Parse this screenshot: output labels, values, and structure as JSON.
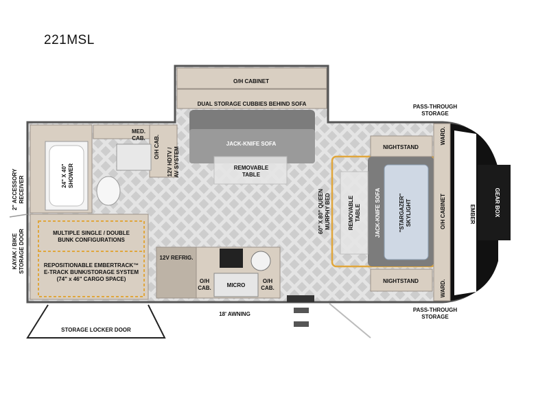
{
  "model": "221MSL",
  "labels": {
    "oh_cabinet_top": "O/H CABINET",
    "dual_storage": "DUAL STORAGE CUBBIES BEHIND SOFA",
    "jack_knife_sofa": "JACK-KNIFE SOFA",
    "removable_table": "REMOVABLE",
    "removable_table_2": "TABLE",
    "med_cab_1": "MED.",
    "med_cab_2": "CAB.",
    "oh_cab_v": "O/H CAB.",
    "hdtv_1": "12V HDTV /",
    "hdtv_2": "AV SYSTEM",
    "shower_1": "24\" X 40\"",
    "shower_2": "SHOWER",
    "accessory_1": "2\" ACCESSORY",
    "accessory_2": "RECEIVER",
    "kayak_1": "KAYAK / BIKE",
    "kayak_2": "STORAGE DOOR",
    "bunk_1": "MULTIPLE SINGLE / DOUBLE",
    "bunk_2": "BUNK CONFIGURATIONS",
    "embertrack_1": "REPOSITIONABLE EMBERTRACK™",
    "embertrack_2": "E-TRACK BUNK/STORAGE SYSTEM",
    "embertrack_3": "(74\" x 46\" CARGO SPACE)",
    "refrig": "12V REFRIG.",
    "oh_cab_1": "O/H",
    "oh_cab_2": "CAB.",
    "micro": "MICRO",
    "awning": "18' AWNING",
    "storage_locker": "STORAGE LOCKER DOOR",
    "murphy_1": "60\" X 80\" QUEEN",
    "murphy_2": "MURPHY BED",
    "rem_table_v": "REMOVABLE",
    "rem_table_v2": "TABLE",
    "jk_sofa_v": "JACK-KNIFE SOFA",
    "stargazer_1": "\"STARGAZER\"",
    "stargazer_2": "SKYLIGHT",
    "nightstand_top": "NIGHTSTAND",
    "nightstand_bottom": "NIGHTSTAND",
    "ward_top": "WARD.",
    "ward_bottom": "WARD.",
    "oh_cabinet_side": "O/H CABINET",
    "pass_top_1": "PASS-THROUGH",
    "pass_top_2": "STORAGE",
    "pass_bottom_1": "PASS-THROUGH",
    "pass_bottom_2": "STORAGE",
    "gear_box": "GEAR BOX",
    "ember_logo": "EMBER"
  },
  "colors": {
    "wall": "#6b6b6b",
    "cabinet": "#d9cfc2",
    "floor": "#cfcfcf",
    "sofa": "#7c7c7c",
    "bed_outline": "#e0a63c",
    "front_cap": "#111111"
  }
}
